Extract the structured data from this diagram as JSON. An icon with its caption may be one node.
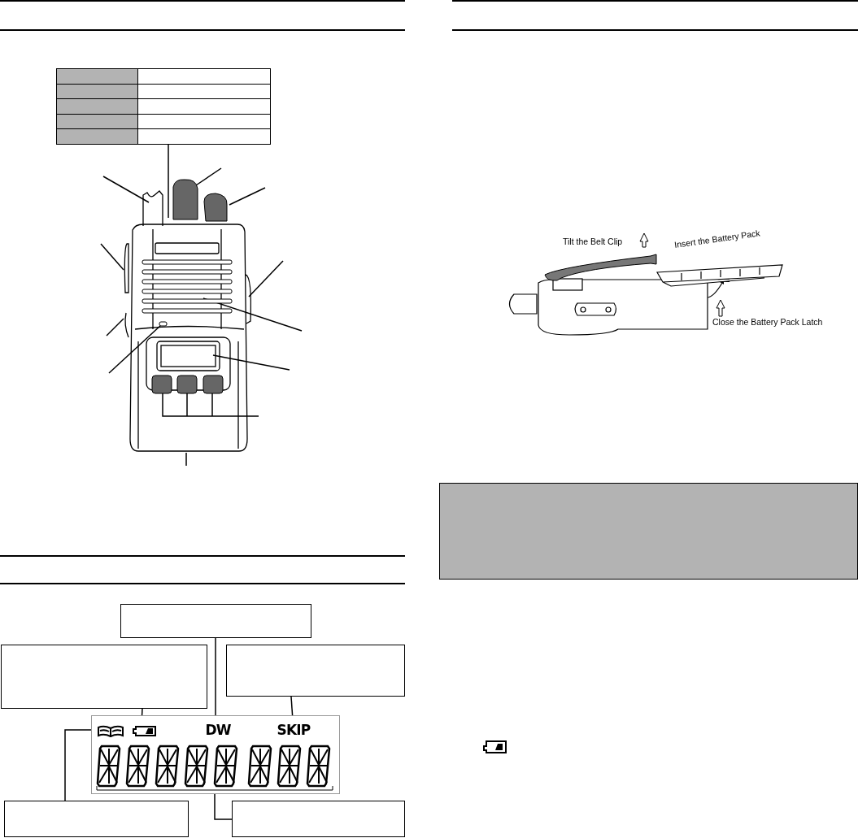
{
  "diagram": {
    "nodes": [
      {
        "text": [],
        "shape": "box"
      },
      {
        "text": [],
        "shape": "picture"
      },
      {
        "text": [],
        "shape": "picture"
      },
      {
        "text": [],
        "shape": "box"
      },
      {
        "text": [],
        "shape": "box"
      },
      {
        "text": [],
        "shape": "box"
      },
      {
        "text": [],
        "shape": "box"
      },
      {
        "text": [],
        "shape": "box"
      },
      {
        "text": [],
        "shape": "book",
        "in": 7
      },
      {
        "text": [],
        "shape": "battery",
        "in": 7
      },
      {
        "text": [
          "DW"
        ],
        "in": 7
      },
      {
        "text": [
          "SKIP"
        ],
        "in": 7
      },
      {
        "text": [],
        "shape": "display",
        "in": 7
      },
      {
        "text": [],
        "shape": "box"
      },
      {
        "text": [],
        "shape": "box"
      }
    ],
    "edges": [
      {
        "from": 0,
        "to": 1,
        "arrow": "none"
      },
      {
        "from": null,
        "to": 1,
        "arrow": "none"
      },
      {
        "from": null,
        "to": 1,
        "arrow": "none"
      },
      {
        "from": null,
        "to": 1,
        "arrow": "none"
      },
      {
        "from": null,
        "to": 1,
        "arrow": "none"
      },
      {
        "from": null,
        "to": 1,
        "arrow": "none"
      },
      {
        "from": null,
        "to": 1,
        "arrow": "none"
      },
      {
        "from": null,
        "to": 1,
        "arrow": "none"
      },
      {
        "from": null,
        "to": 1,
        "arrow": "none"
      },
      {
        "from": null,
        "to": 1,
        "arrow": "none"
      },
      {
        "from": null,
        "to": 1,
        "arrow": "none"
      },
      {
        "from": null,
        "to": 1,
        "arrow": "none"
      },
      {
        "from": 4,
        "to": 10,
        "arrow": "none"
      },
      {
        "from": 5,
        "to": 9,
        "arrow": "none"
      },
      {
        "from": 6,
        "to": 11,
        "arrow": "none"
      },
      {
        "from": 13,
        "to": 8,
        "arrow": "none"
      },
      {
        "from": 14,
        "to": 12,
        "arrow": "none"
      }
    ],
    "labels": [
      "Tilt the Belt Clip",
      "Insert the Battery Pack",
      "Close the Battery Pack Latch"
    ]
  }
}
